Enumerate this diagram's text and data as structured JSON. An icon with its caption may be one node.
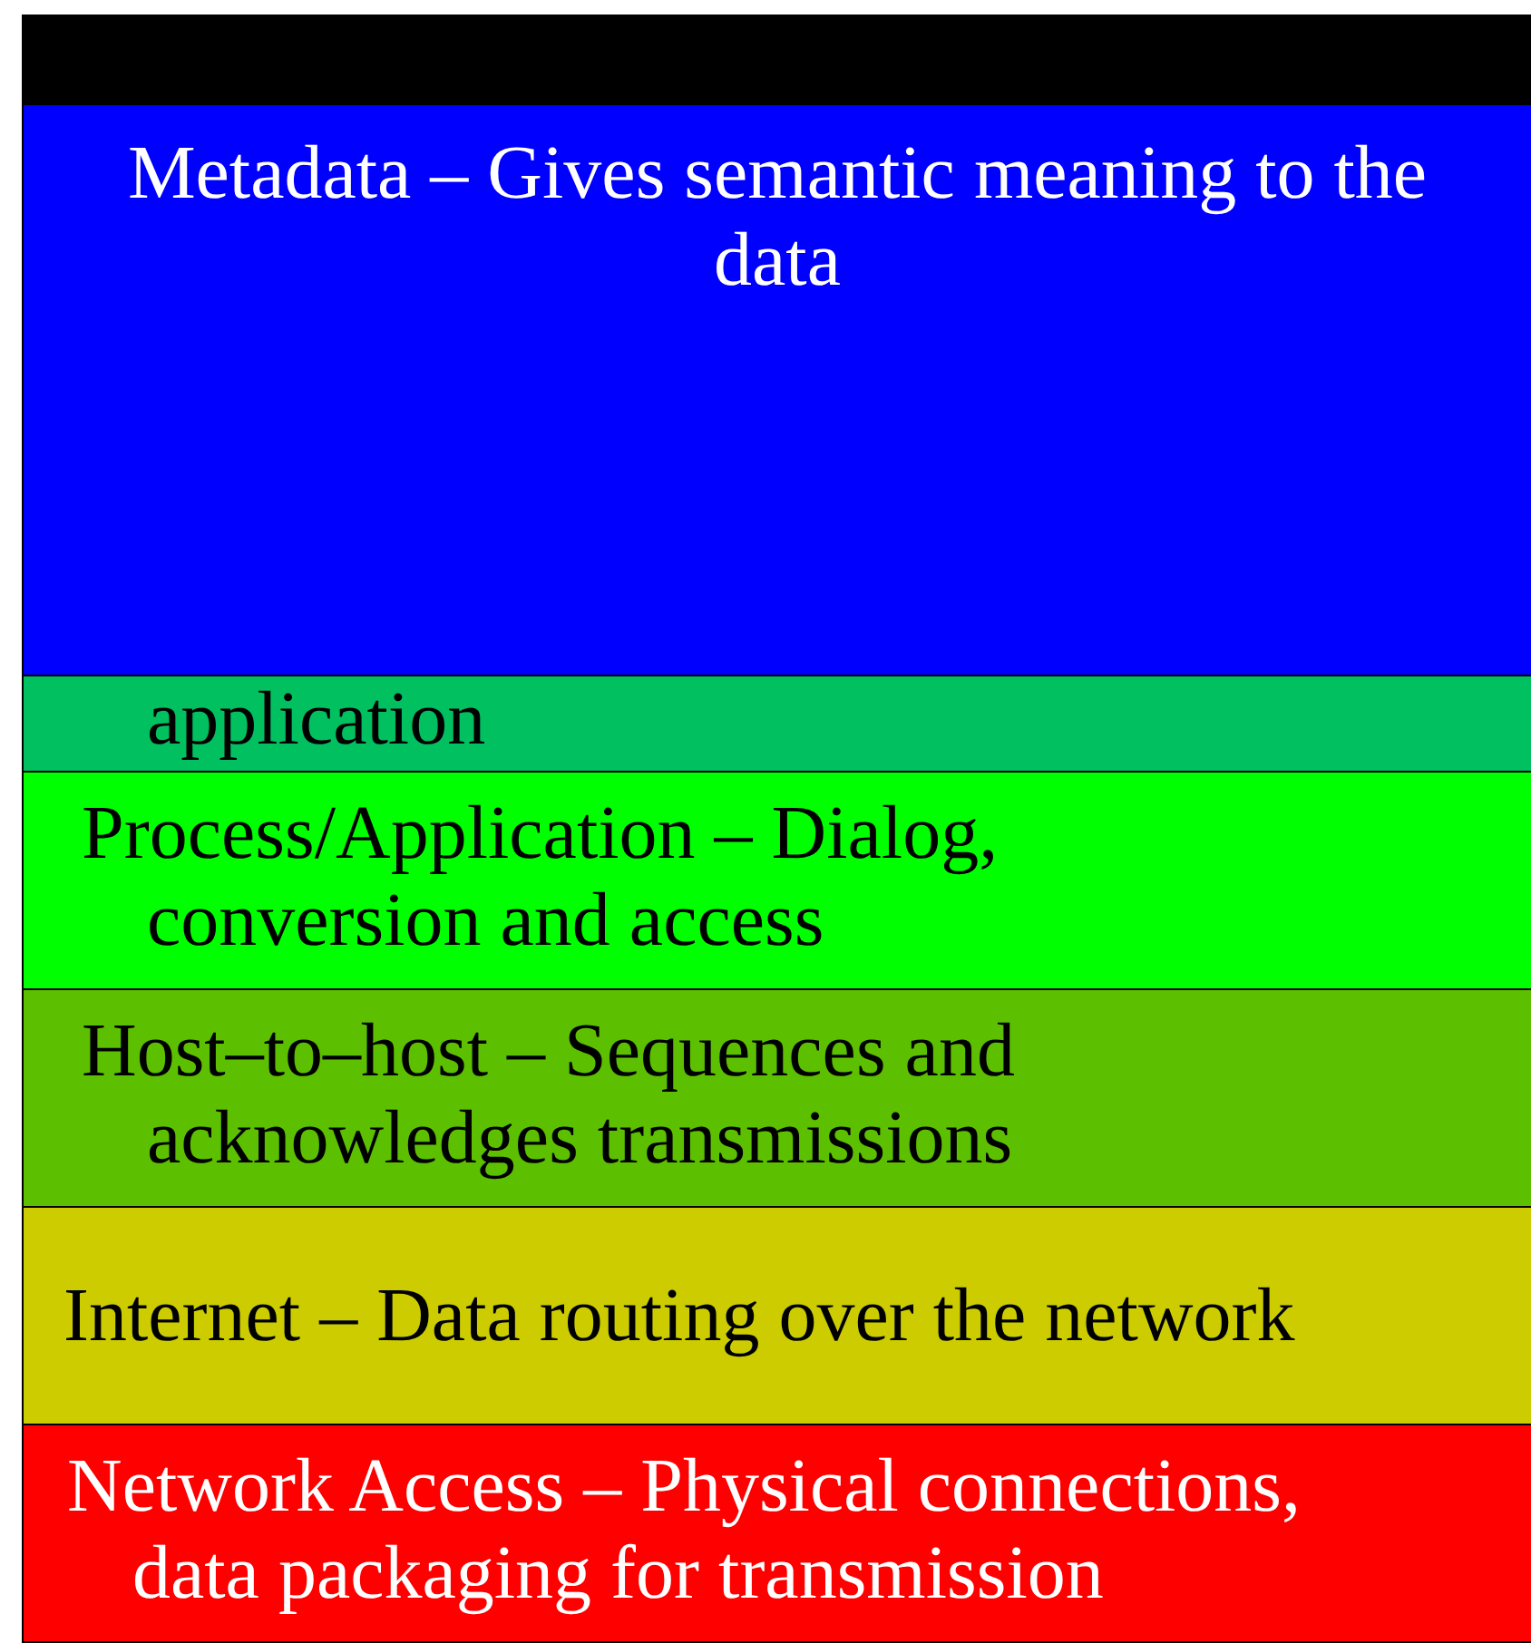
{
  "diagram": {
    "nodes": [
      {
        "text": [],
        "shape": "bar"
      },
      {
        "text": [
          "Metadata – Gives semantic meaning to the data"
        ]
      },
      {
        "text": [
          "application"
        ]
      },
      {
        "text": [
          "Process/Application – Dialog, conversion and access"
        ]
      },
      {
        "text": [
          "Host–to–host – Sequences and acknowledges transmissions"
        ]
      },
      {
        "text": [
          "Internet – Data routing over the network"
        ]
      },
      {
        "text": [
          "Network Access – Physical connections, data packaging for transmission"
        ]
      }
    ]
  }
}
